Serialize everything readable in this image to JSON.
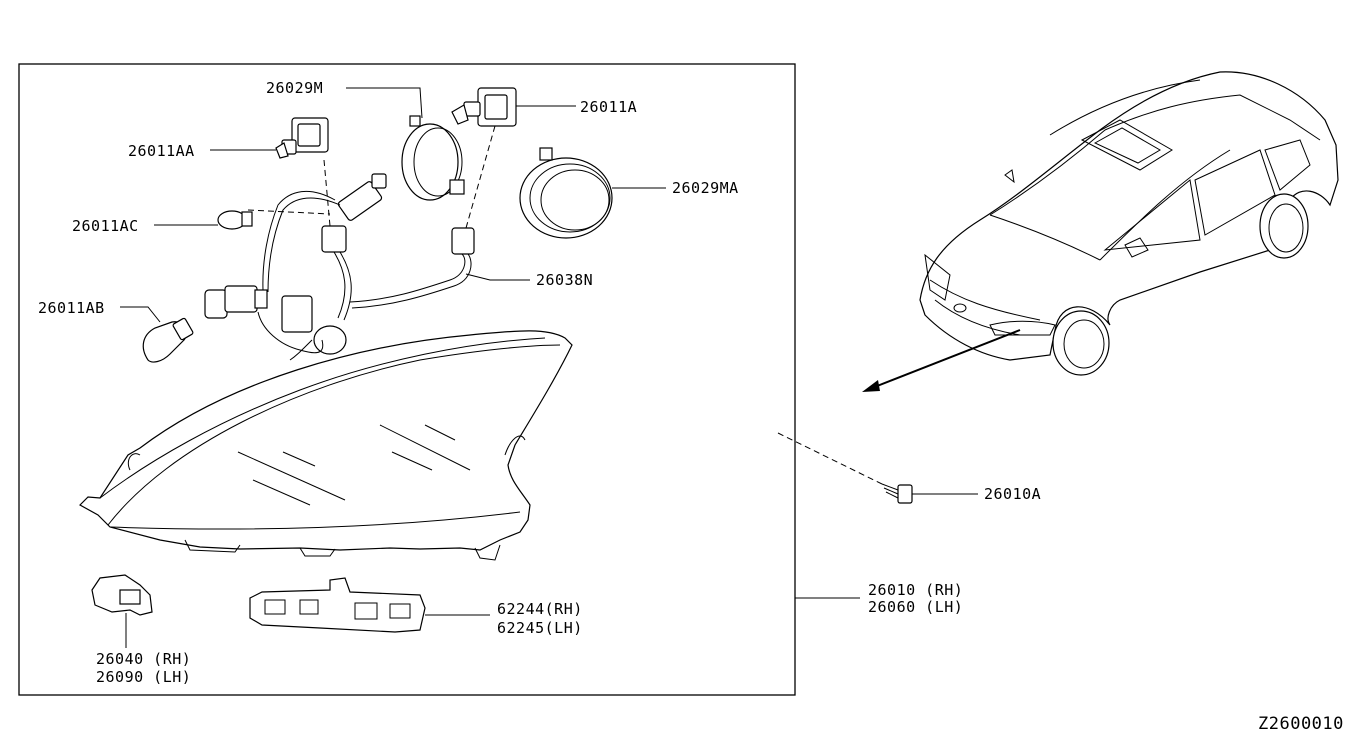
{
  "diagram_id": "Z2600010",
  "callouts": {
    "c1": "26029M",
    "c2": "26011A",
    "c3": "26011AA",
    "c4": "26029MA",
    "c5": "26011AC",
    "c6": "26038N",
    "c7": "26011AB",
    "c8": "26010A",
    "c9a": "26010 (RH)",
    "c9b": "26060 (LH)",
    "c10a": "62244(RH)",
    "c10b": "62245(LH)",
    "c11a": "26040 (RH)",
    "c11b": "26090 (LH)"
  }
}
